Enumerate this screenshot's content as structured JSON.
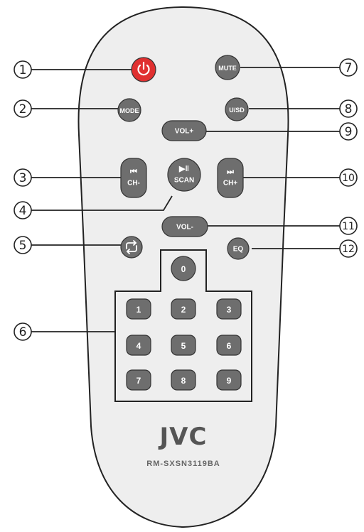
{
  "brand": "JVC",
  "model": "RM-SXSN3119BA",
  "colors": {
    "body_fill": "#eeeeee",
    "body_stroke": "#222222",
    "button_fill": "#6e6e6e",
    "power_fill": "#e03030",
    "line": "#222222"
  },
  "buttons": {
    "power": {
      "icon": "power-icon"
    },
    "mute": {
      "label": "MUTE"
    },
    "mode": {
      "label": "MODE"
    },
    "usd": {
      "label": "U/SD"
    },
    "vol_up": {
      "label": "VOL+"
    },
    "ch_down": {
      "glyph": "⏮",
      "label": "CH-"
    },
    "play_scan": {
      "glyph": "▶‖",
      "label": "SCAN"
    },
    "ch_up": {
      "glyph": "⏭",
      "label": "CH+"
    },
    "vol_down": {
      "label": "VOL-"
    },
    "repeat": {
      "icon": "repeat-icon"
    },
    "eq": {
      "label": "EQ"
    },
    "digits": [
      "0",
      "1",
      "2",
      "3",
      "4",
      "5",
      "6",
      "7",
      "8",
      "9"
    ]
  },
  "callouts": [
    "1",
    "2",
    "3",
    "4",
    "5",
    "6",
    "7",
    "8",
    "9",
    "10",
    "11",
    "12"
  ]
}
